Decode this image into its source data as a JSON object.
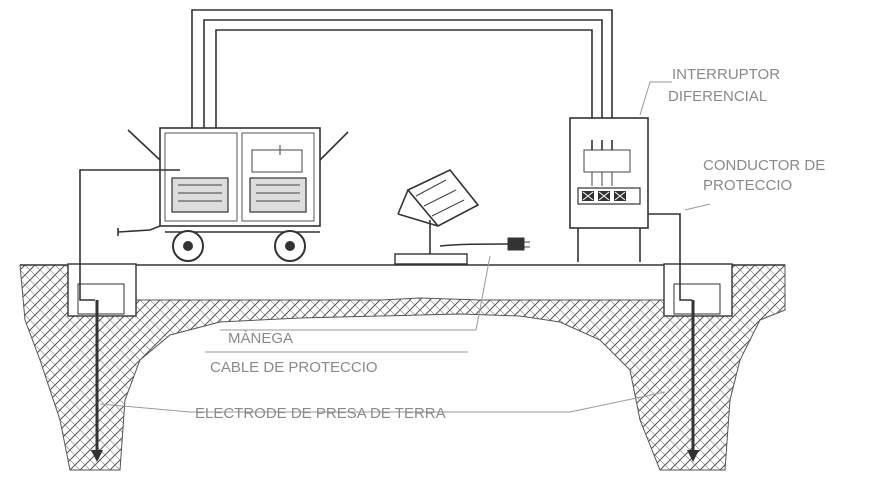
{
  "labels": {
    "interruptor_line1": "INTERRUPTOR",
    "interruptor_line2": "DIFERENCIAL",
    "conductor_line1": "CONDUCTOR DE",
    "conductor_line2": "PROTECCIO",
    "manega": "MÀNEGA",
    "cable": "CABLE DE PROTECCIO",
    "electrode": "ELECTRODE DE PRESA DE TERRA"
  }
}
